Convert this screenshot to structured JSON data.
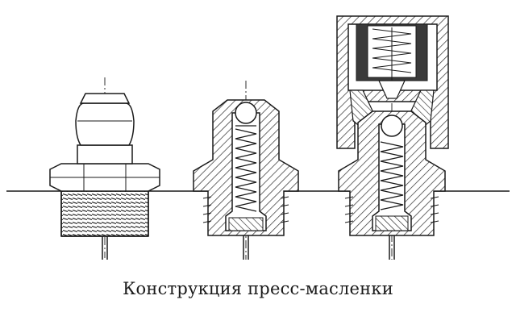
{
  "caption": "Конструкция пресс-масленки",
  "colors": {
    "ink": "#1a1a1a",
    "paper": "#ffffff",
    "hatch": "#2a2a2a",
    "dark_fill": "#3a3a3a"
  },
  "figures": [
    {
      "name": "grease-fitting-exterior"
    },
    {
      "name": "grease-fitting-section"
    },
    {
      "name": "grease-fitting-section-with-gun-nozzle"
    }
  ]
}
